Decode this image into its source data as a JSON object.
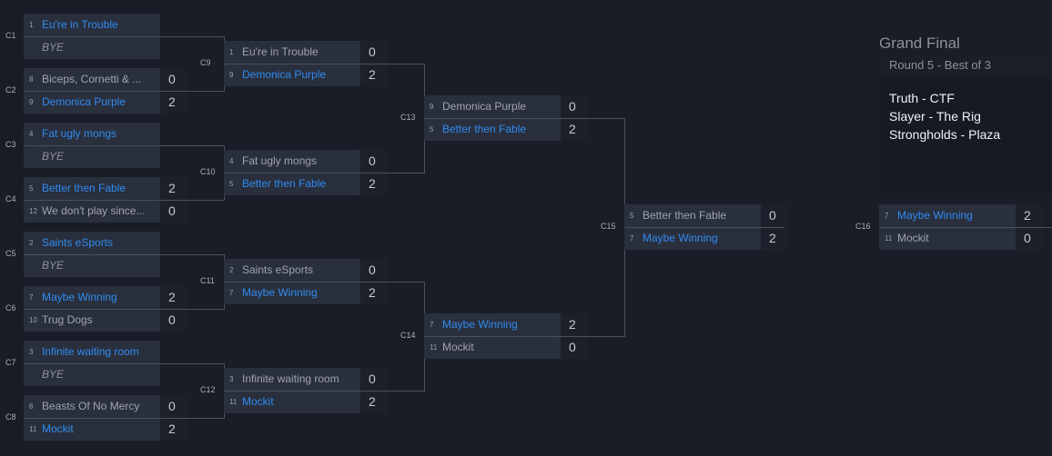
{
  "grand_final": {
    "title": "Grand Final",
    "subtitle": "Round 5 - Best of 3",
    "maps": [
      "Truth - CTF",
      "Slayer - The Rig",
      "Strongholds - Plaza"
    ]
  },
  "rounds": [
    [
      {
        "id": "C1",
        "teams": [
          {
            "seed": "1",
            "name": "Eu're in Trouble",
            "score": "",
            "winner": true
          },
          {
            "seed": "",
            "name": "BYE",
            "score": "",
            "bye": true
          }
        ]
      },
      {
        "id": "C2",
        "teams": [
          {
            "seed": "8",
            "name": "Biceps, Cornetti & ...",
            "score": "0"
          },
          {
            "seed": "9",
            "name": "Demonica Purple",
            "score": "2",
            "winner": true
          }
        ]
      },
      {
        "id": "C3",
        "teams": [
          {
            "seed": "4",
            "name": "Fat ugly mongs",
            "score": "",
            "winner": true
          },
          {
            "seed": "",
            "name": "BYE",
            "score": "",
            "bye": true
          }
        ]
      },
      {
        "id": "C4",
        "teams": [
          {
            "seed": "5",
            "name": "Better then Fable",
            "score": "2",
            "winner": true
          },
          {
            "seed": "12",
            "name": "We don't play since...",
            "score": "0"
          }
        ]
      },
      {
        "id": "C5",
        "teams": [
          {
            "seed": "2",
            "name": "Saints eSports",
            "score": "",
            "winner": true
          },
          {
            "seed": "",
            "name": "BYE",
            "score": "",
            "bye": true
          }
        ]
      },
      {
        "id": "C6",
        "teams": [
          {
            "seed": "7",
            "name": "Maybe Winning",
            "score": "2",
            "winner": true
          },
          {
            "seed": "10",
            "name": "Trug Dogs",
            "score": "0"
          }
        ]
      },
      {
        "id": "C7",
        "teams": [
          {
            "seed": "3",
            "name": "Infinite waiting room",
            "score": "",
            "winner": true
          },
          {
            "seed": "",
            "name": "BYE",
            "score": "",
            "bye": true
          }
        ]
      },
      {
        "id": "C8",
        "teams": [
          {
            "seed": "6",
            "name": "Beasts Of No Mercy",
            "score": "0"
          },
          {
            "seed": "11",
            "name": "Mockit",
            "score": "2",
            "winner": true
          }
        ]
      }
    ],
    [
      {
        "id": "C9",
        "teams": [
          {
            "seed": "1",
            "name": "Eu're in Trouble",
            "score": "0"
          },
          {
            "seed": "9",
            "name": "Demonica Purple",
            "score": "2",
            "winner": true
          }
        ]
      },
      {
        "id": "C10",
        "teams": [
          {
            "seed": "4",
            "name": "Fat ugly mongs",
            "score": "0"
          },
          {
            "seed": "5",
            "name": "Better then Fable",
            "score": "2",
            "winner": true
          }
        ]
      },
      {
        "id": "C11",
        "teams": [
          {
            "seed": "2",
            "name": "Saints eSports",
            "score": "0"
          },
          {
            "seed": "7",
            "name": "Maybe Winning",
            "score": "2",
            "winner": true
          }
        ]
      },
      {
        "id": "C12",
        "teams": [
          {
            "seed": "3",
            "name": "Infinite waiting room",
            "score": "0"
          },
          {
            "seed": "11",
            "name": "Mockit",
            "score": "2",
            "winner": true
          }
        ]
      }
    ],
    [
      {
        "id": "C13",
        "teams": [
          {
            "seed": "9",
            "name": "Demonica Purple",
            "score": "0"
          },
          {
            "seed": "5",
            "name": "Better then Fable",
            "score": "2",
            "winner": true
          }
        ]
      },
      {
        "id": "C14",
        "teams": [
          {
            "seed": "7",
            "name": "Maybe Winning",
            "score": "2",
            "winner": true
          },
          {
            "seed": "11",
            "name": "Mockit",
            "score": "0"
          }
        ]
      }
    ],
    [
      {
        "id": "C15",
        "teams": [
          {
            "seed": "5",
            "name": "Better then Fable",
            "score": "0"
          },
          {
            "seed": "7",
            "name": "Maybe Winning",
            "score": "2",
            "winner": true
          }
        ]
      }
    ],
    [
      {
        "id": "C16",
        "teams": [
          {
            "seed": "7",
            "name": "Maybe Winning",
            "score": "2",
            "winner": true
          },
          {
            "seed": "11",
            "name": "Mockit",
            "score": "0"
          }
        ]
      }
    ]
  ]
}
